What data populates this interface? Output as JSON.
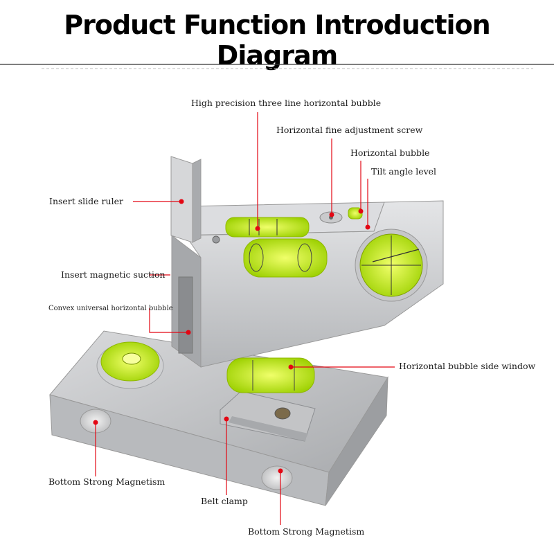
{
  "title": "Product Function Introduction Diagram",
  "colors": {
    "accent_line": "#e30613",
    "bubble_green": "#c8f01c",
    "metal": "#c9cacc",
    "text": "#1a1a1a"
  },
  "labels": {
    "three_line_bubble": "High precision three line horizontal bubble",
    "fine_adjust_screw": "Horizontal fine adjustment screw",
    "horizontal_bubble": "Horizontal bubble",
    "tilt_angle_level": "Tilt angle level",
    "insert_slide_ruler": "Insert slide ruler",
    "insert_magnetic_suction": "Insert magnetic suction",
    "convex_bubble": "Convex universal horizontal bubble",
    "side_window": "Horizontal bubble side window",
    "bottom_magnetism_left": "Bottom Strong Magnetism",
    "belt_clamp": "Belt clamp",
    "bottom_magnetism_right": "Bottom Strong Magnetism"
  }
}
